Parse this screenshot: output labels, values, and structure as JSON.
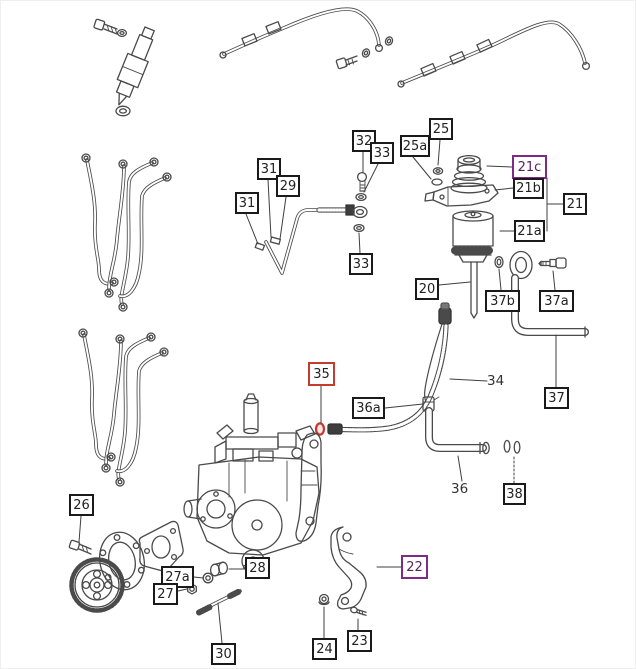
{
  "diagram": {
    "type": "exploded-parts-diagram",
    "subject": "Diesel fuel injection pump, injectors, fuel filter and fuel lines",
    "colors": {
      "background": "#ffffff",
      "line_art": "#4a4a4a",
      "callout_border_default": "#1a1a1a",
      "callout_border_selected": "#c53b30",
      "callout_border_highlight": "#7d2b87",
      "highlight_ring": "#c53b30"
    },
    "callouts": [
      {
        "id": "32",
        "label": "32",
        "variant": "default"
      },
      {
        "id": "33-upper",
        "label": "33",
        "variant": "default"
      },
      {
        "id": "25",
        "label": "25",
        "variant": "default"
      },
      {
        "id": "25a",
        "label": "25a",
        "variant": "default"
      },
      {
        "id": "21c",
        "label": "21c",
        "variant": "highlight"
      },
      {
        "id": "21b",
        "label": "21b",
        "variant": "default"
      },
      {
        "id": "21",
        "label": "21",
        "variant": "default"
      },
      {
        "id": "21a",
        "label": "21a",
        "variant": "default"
      },
      {
        "id": "31-upper",
        "label": "31",
        "variant": "default"
      },
      {
        "id": "29",
        "label": "29",
        "variant": "default"
      },
      {
        "id": "31-lower",
        "label": "31",
        "variant": "default"
      },
      {
        "id": "33-lower",
        "label": "33",
        "variant": "default"
      },
      {
        "id": "20",
        "label": "20",
        "variant": "default"
      },
      {
        "id": "37b",
        "label": "37b",
        "variant": "default"
      },
      {
        "id": "37a",
        "label": "37a",
        "variant": "default"
      },
      {
        "id": "37",
        "label": "37",
        "variant": "default"
      },
      {
        "id": "35",
        "label": "35",
        "variant": "selected"
      },
      {
        "id": "36a",
        "label": "36a",
        "variant": "default"
      },
      {
        "id": "38",
        "label": "38",
        "variant": "default"
      },
      {
        "id": "26",
        "label": "26",
        "variant": "default"
      },
      {
        "id": "27a",
        "label": "27a",
        "variant": "default"
      },
      {
        "id": "27",
        "label": "27",
        "variant": "default"
      },
      {
        "id": "28",
        "label": "28",
        "variant": "default"
      },
      {
        "id": "30",
        "label": "30",
        "variant": "default"
      },
      {
        "id": "24",
        "label": "24",
        "variant": "default"
      },
      {
        "id": "23",
        "label": "23",
        "variant": "default"
      },
      {
        "id": "22",
        "label": "22",
        "variant": "highlight"
      }
    ],
    "text_labels": [
      {
        "id": "34",
        "label": "34"
      },
      {
        "id": "36",
        "label": "36"
      }
    ]
  }
}
